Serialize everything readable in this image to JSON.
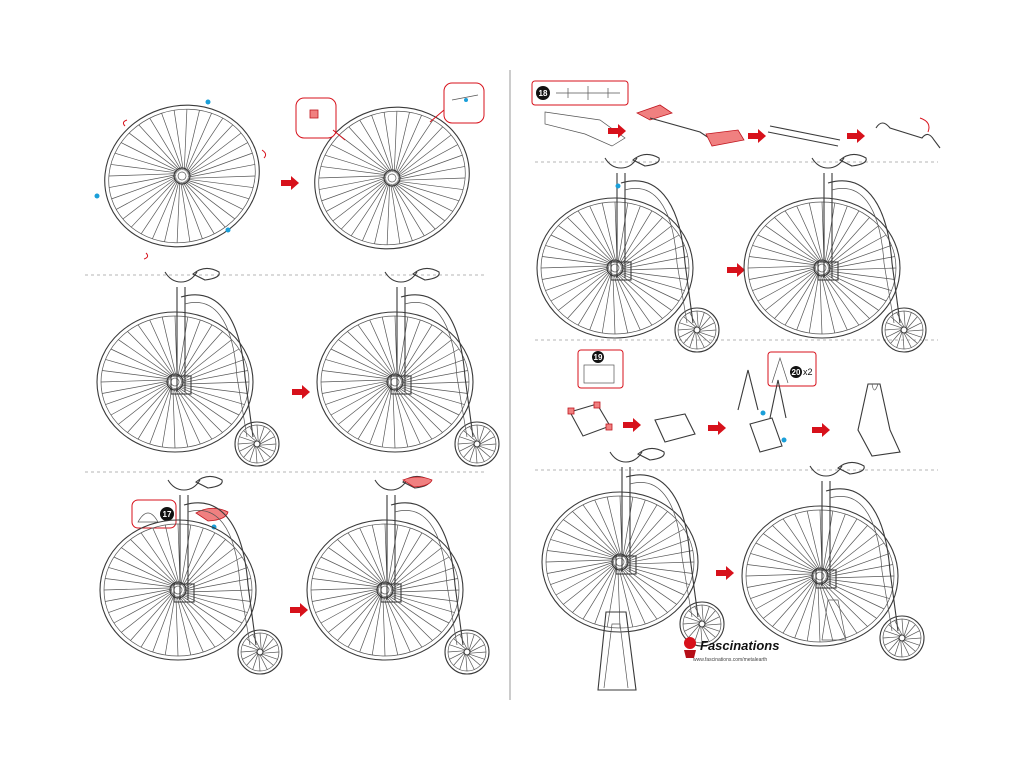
{
  "steps": {
    "seat_part": "17",
    "handlebar_part": "18",
    "stand_base_part": "19",
    "stand_side_part": "20",
    "stand_side_qty": "x2"
  },
  "logo": {
    "brand": "Fascinations",
    "url": "www.fascinations.com/metalearth"
  },
  "colors": {
    "arrow": "#d7111b",
    "highlight": "#f08080",
    "tab_dot": "#1a9fd9"
  }
}
